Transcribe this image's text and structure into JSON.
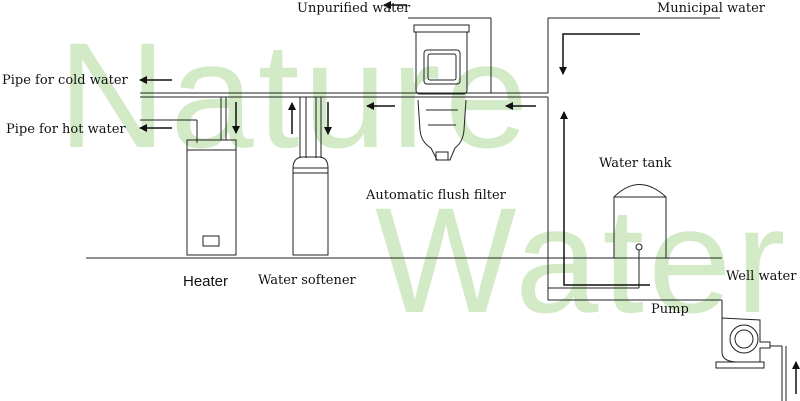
{
  "watermark": {
    "line1": "Nature",
    "line2": "Water",
    "color": "#cbe7bd"
  },
  "labels": {
    "unpurified_water": "Unpurified water",
    "municipal_water": "Municipal water",
    "pipe_cold": "Pipe for cold water",
    "pipe_hot": "Pipe for hot water",
    "flush_filter": "Automatic flush filter",
    "water_tank": "Water tank",
    "heater": "Heater",
    "water_softener": "Water softener",
    "well_water": "Well water",
    "pump": "Pump"
  },
  "colors": {
    "line": "#222222"
  }
}
